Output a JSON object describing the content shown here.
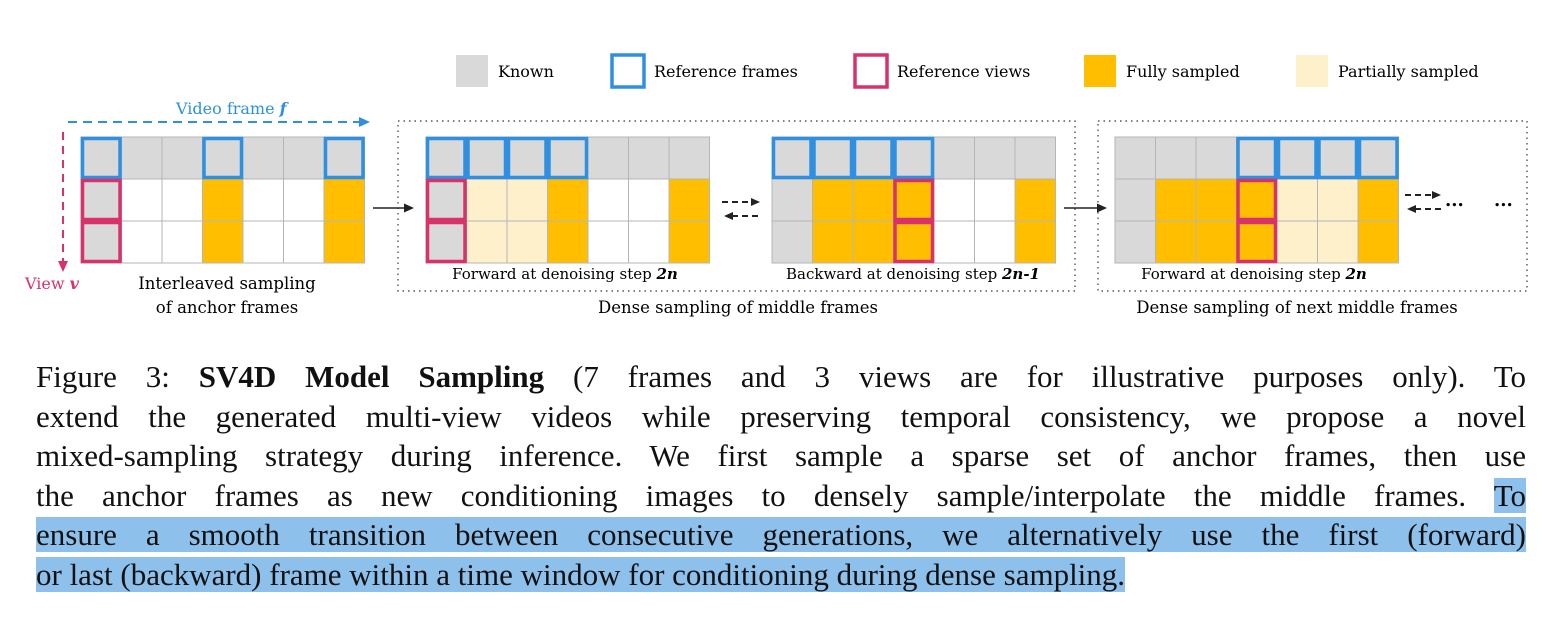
{
  "colors": {
    "known": "#d9d9d9",
    "reference_frames": "#2f8fe0",
    "reference_views": "#d8326a",
    "fully_sampled": "#ffbf00",
    "partially_sampled": "#fff0cc",
    "highlight": "#8ec0ec"
  },
  "legend": {
    "known": "Known",
    "reference_frames": "Reference frames",
    "reference_views": "Reference views",
    "fully_sampled": "Fully sampled",
    "partially_sampled": "Partially sampled"
  },
  "axes": {
    "video_frame": "Video frame ",
    "video_frame_var": "f",
    "view": "View ",
    "view_var": "v"
  },
  "panels": {
    "anchor": {
      "caption_line1": "Interleaved sampling",
      "caption_line2": "of anchor frames"
    },
    "middle": {
      "forward_label": "Forward at denoising step ",
      "forward_step": "2n",
      "backward_label": "Backward at denoising step ",
      "backward_step": "2n-1",
      "caption": "Dense sampling of middle frames"
    },
    "next": {
      "forward_label": "Forward at denoising step ",
      "forward_step": "2n",
      "caption": "Dense sampling of next middle frames",
      "ellipsis": "..."
    }
  },
  "caption": {
    "prefix": "Figure 3: ",
    "title": "SV4D Model Sampling",
    "l1_rest": " (7 frames and 3 views are for illustrative purposes only). To",
    "l2": "extend the generated multi-view videos while preserving temporal consistency, we propose a novel",
    "l3": "mixed-sampling strategy during inference. We first sample a sparse set of anchor frames, then use",
    "l4_plain": "the anchor frames as new conditioning images to densely sample/interpolate the middle frames. ",
    "l4_hl": "To",
    "l5_hl": "ensure a smooth transition between consecutive generations, we alternatively use the first (forward)",
    "l6_hl": "or last (backward) frame within a time window for conditioning during dense sampling."
  }
}
